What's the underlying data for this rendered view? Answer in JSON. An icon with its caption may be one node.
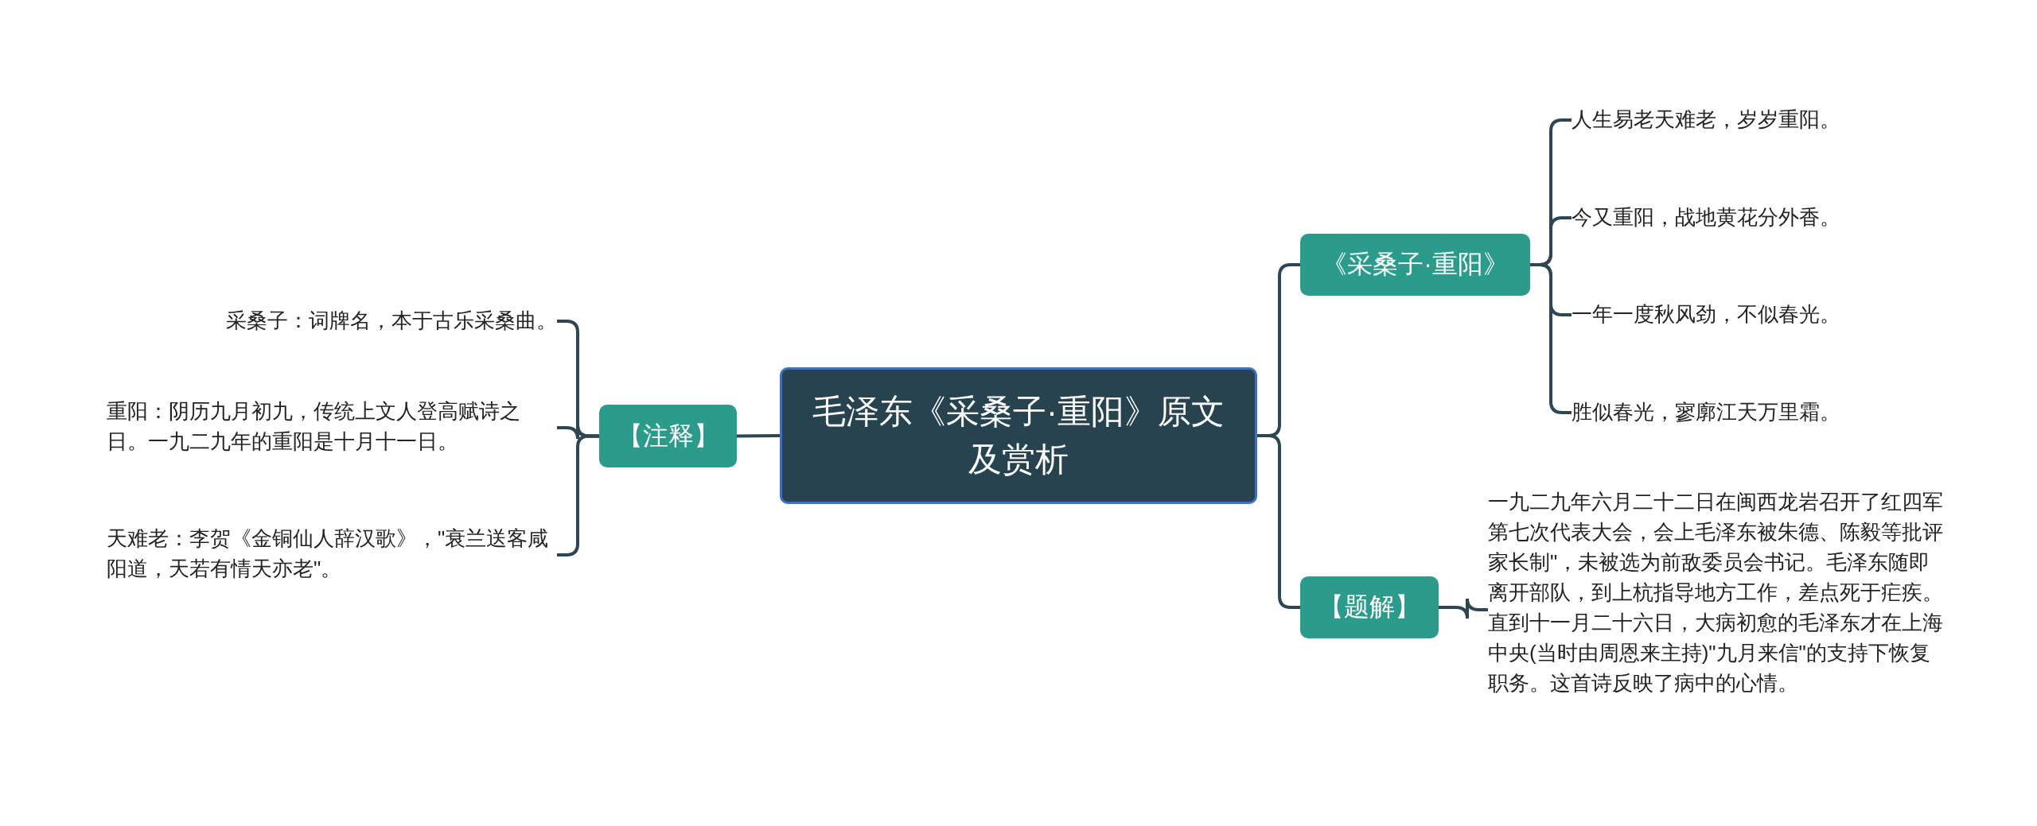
{
  "diagram": {
    "nodes": [
      {
        "text": [
          "毛泽东《采桑子·重阳》原文及赏析"
        ]
      },
      {
        "text": [
          "【注释】"
        ]
      },
      {
        "text": [
          "采桑子：词牌名，本于古乐采桑曲。"
        ]
      },
      {
        "text": [
          "重阳：阴历九月初九，传统上文人登高赋诗之日。一九二九年的重阳是十月十一日。"
        ]
      },
      {
        "text": [
          "天难老：李贺《金铜仙人辞汉歌》，\"衰兰送客咸阳道，天若有情天亦老\"。"
        ]
      },
      {
        "text": [
          "《采桑子·重阳》"
        ]
      },
      {
        "text": [
          "人生易老天难老，岁岁重阳。"
        ]
      },
      {
        "text": [
          "今又重阳，战地黄花分外香。"
        ]
      },
      {
        "text": [
          "一年一度秋风劲，不似春光。"
        ]
      },
      {
        "text": [
          "胜似春光，寥廓江天万里霜。"
        ]
      },
      {
        "text": [
          "【题解】"
        ]
      },
      {
        "text": [
          "一九二九年六月二十二日在闽西龙岩召开了红四军第七次代表大会，会上毛泽东被朱德、陈毅等批评家长制\"，未被选为前敌委员会书记。毛泽东随即离开部队，到上杭指导地方工作，差点死于疟疾。直到十一月二十六日，大病初愈的毛泽东才在上海中央(当时由周恩来主持)\"九月来信\"的支持下恢复职务。这首诗反映了病中的心情。"
        ]
      }
    ],
    "edges": [
      {
        "from": 0,
        "to": 1,
        "arrow": "none"
      },
      {
        "from": 1,
        "to": 2,
        "arrow": "none"
      },
      {
        "from": 1,
        "to": 3,
        "arrow": "none"
      },
      {
        "from": 1,
        "to": 4,
        "arrow": "none"
      },
      {
        "from": 0,
        "to": 5,
        "arrow": "none"
      },
      {
        "from": 0,
        "to": 10,
        "arrow": "none"
      },
      {
        "from": 5,
        "to": 6,
        "arrow": "none"
      },
      {
        "from": 5,
        "to": 7,
        "arrow": "none"
      },
      {
        "from": 5,
        "to": 8,
        "arrow": "none"
      },
      {
        "from": 5,
        "to": 9,
        "arrow": "none"
      },
      {
        "from": 10,
        "to": 11,
        "arrow": "none"
      }
    ]
  }
}
